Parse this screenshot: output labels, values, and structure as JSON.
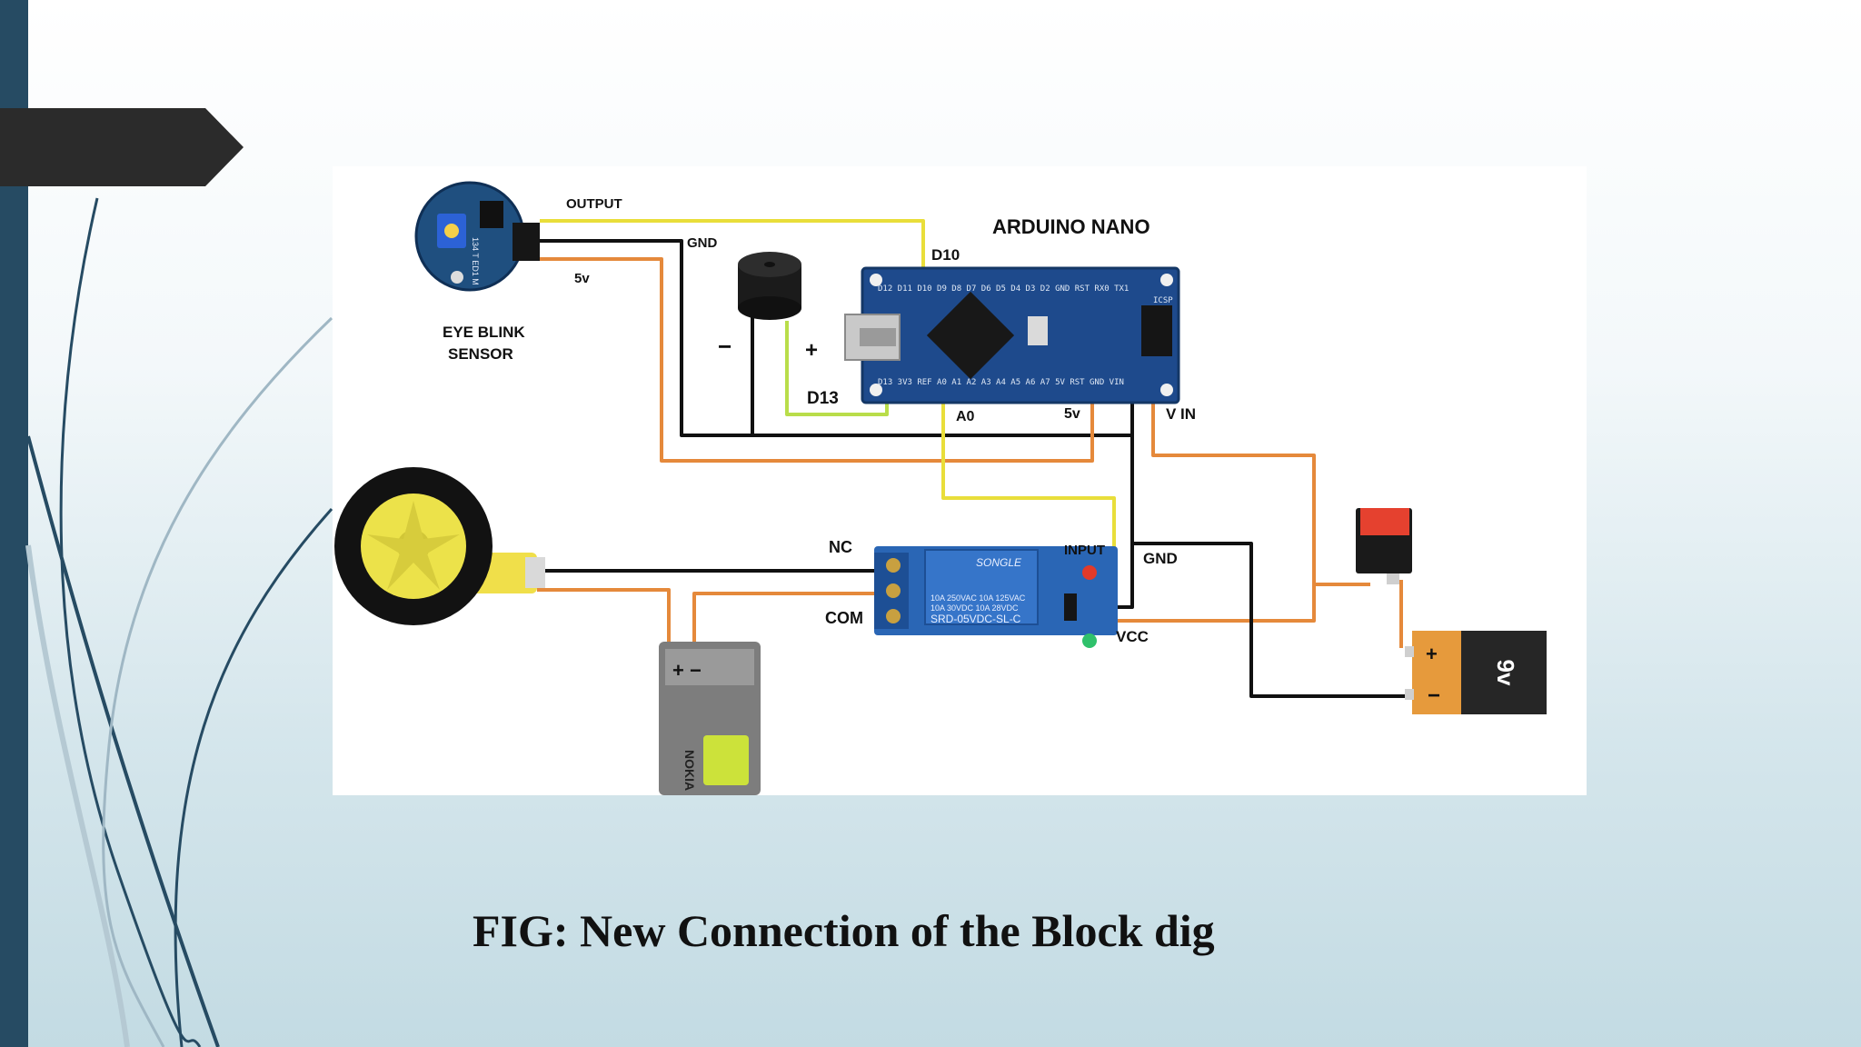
{
  "slide": {
    "caption": "FIG: New Connection of the Block dig"
  },
  "diagram": {
    "title": "ARDUINO NANO",
    "sensor_label_line1": "EYE BLINK",
    "sensor_label_line2": "SENSOR",
    "labels": {
      "output": "OUTPUT",
      "gnd_top": "GND",
      "fivev_sensor": "5v",
      "d10": "D10",
      "d13": "D13",
      "a0": "A0",
      "fivev_nano": "5v",
      "vin": "V IN",
      "buzzer_minus": "−",
      "buzzer_plus": "+",
      "nc": "NC",
      "com": "COM",
      "input": "INPUT",
      "gnd_relay": "GND",
      "vcc": "VCC",
      "battery_9v": "9v",
      "battery_plus": "+",
      "battery_minus": "−",
      "nokia_plus_minus": "+ −",
      "nokia_brand": "NOKIA"
    },
    "relay_text": {
      "brand": "SONGLE",
      "line1": "10A 250VAC  10A 125VAC",
      "line2": "10A 30VDC   10A 28VDC",
      "model": "SRD-05VDC-SL-C"
    },
    "nano_pins_top": "D12 D11 D10 D9 D8 D7 D6 D5 D4 D3 D2 GND RST RX0 TX1",
    "nano_pins_bottom": "D13 3V3 REF A0 A1 A2 A3 A4 A5 A6 A7 5V RST GND VIN",
    "nano_icsp": "ICSP",
    "sensor_chip_text": "134 T  ED1 M",
    "wire_colors": {
      "yellow": "#e9de3a",
      "black": "#111111",
      "orange": "#e5893b",
      "green": "#b9dd4a"
    }
  }
}
